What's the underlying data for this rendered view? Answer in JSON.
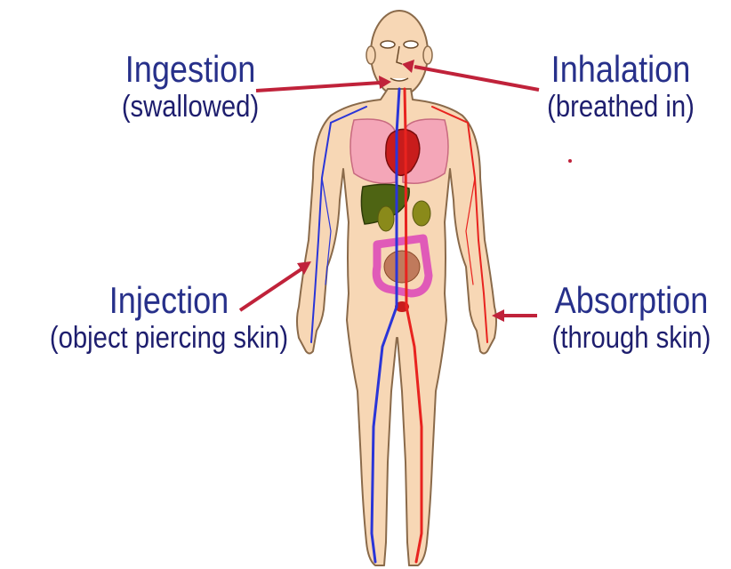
{
  "colors": {
    "text_main": "#27308a",
    "text_sub": "#1e1e6e",
    "arrow": "#c0223a",
    "skin": "#f7d7b5",
    "outline": "#8a6a4a",
    "vein": "#2a35d8",
    "artery": "#e8231f",
    "lung": "#f4a6b8",
    "heart": "#c81c1c",
    "liver": "#4e6413",
    "kidney": "#8a8a1a",
    "intestine": "#e05ab8",
    "bowel": "#c07a5c"
  },
  "labels": {
    "ingestion": {
      "title": "Ingestion",
      "subtitle": "(swallowed)"
    },
    "inhalation": {
      "title": "Inhalation",
      "subtitle": "(breathed in)"
    },
    "injection": {
      "title": "Injection",
      "subtitle": "(object piercing skin)"
    },
    "absorption": {
      "title": "Absorption",
      "subtitle": "(through skin)"
    }
  }
}
